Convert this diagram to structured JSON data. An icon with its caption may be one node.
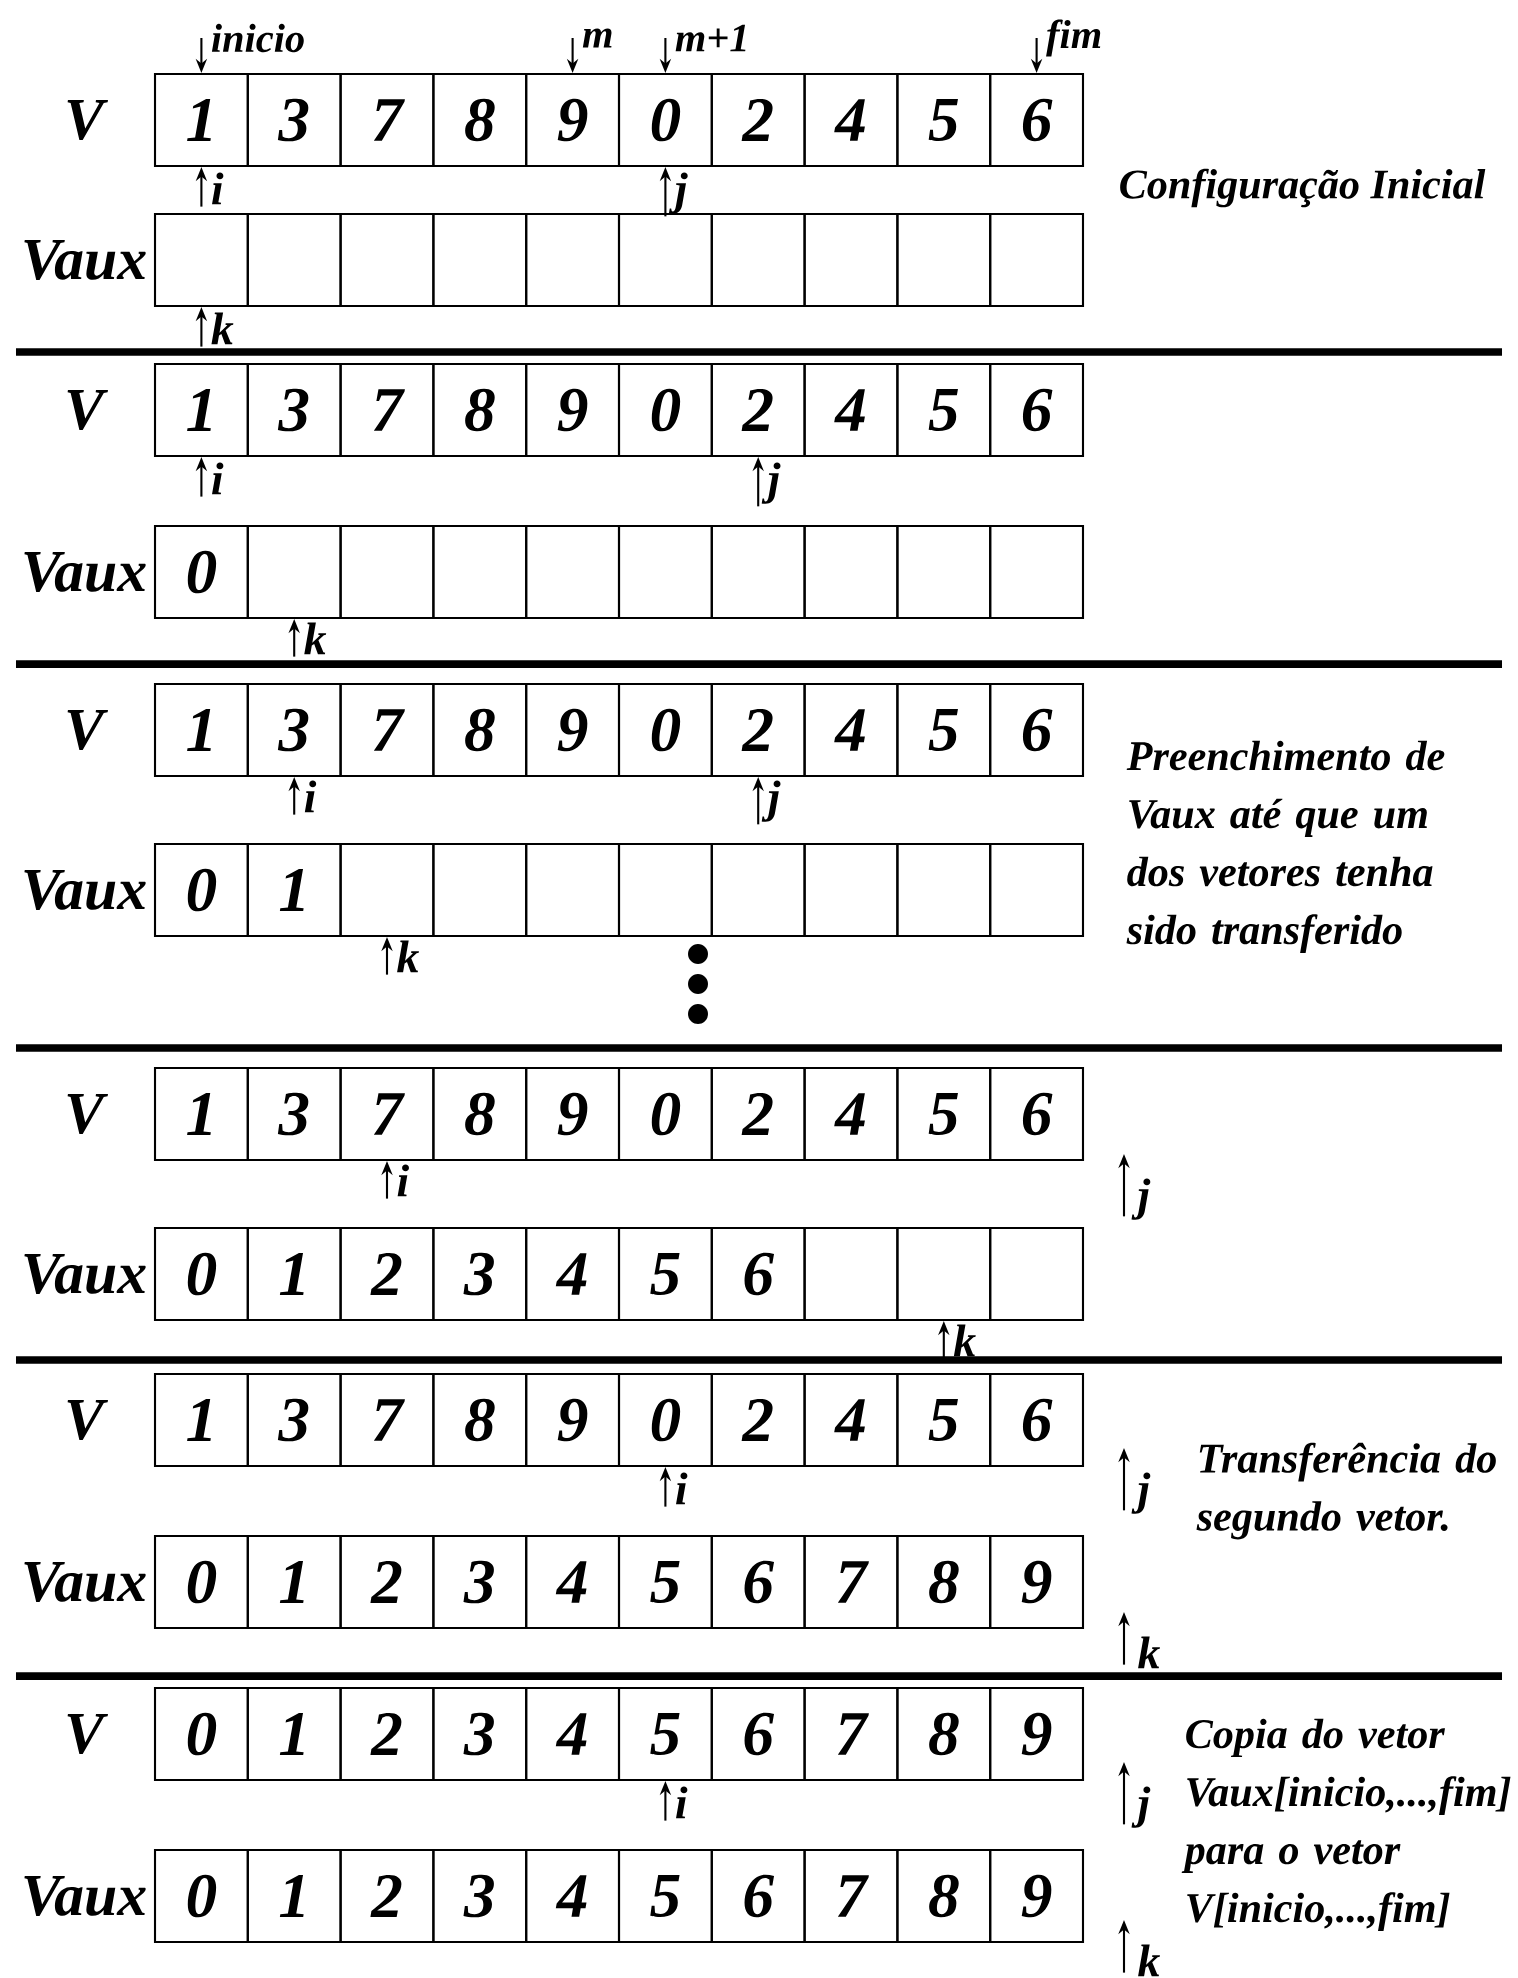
{
  "diagram": {
    "nodes": [
      {
        "text": [
          "1"
        ]
      },
      {
        "text": [
          "3"
        ]
      },
      {
        "text": [
          "7"
        ]
      },
      {
        "text": [
          "8"
        ]
      },
      {
        "text": [
          "9"
        ]
      },
      {
        "text": [
          "0"
        ]
      },
      {
        "text": [
          "2"
        ]
      },
      {
        "text": [
          "4"
        ]
      },
      {
        "text": [
          "5"
        ]
      },
      {
        "text": [
          "6"
        ]
      },
      {
        "text": [],
        "shape": "box"
      },
      {
        "text": [],
        "shape": "box"
      },
      {
        "text": [],
        "shape": "box"
      },
      {
        "text": [],
        "shape": "box"
      },
      {
        "text": [],
        "shape": "box"
      },
      {
        "text": [],
        "shape": "box"
      },
      {
        "text": [],
        "shape": "box"
      },
      {
        "text": [],
        "shape": "box"
      },
      {
        "text": [],
        "shape": "box"
      },
      {
        "text": [],
        "shape": "box"
      },
      {
        "text": [
          "1"
        ]
      },
      {
        "text": [
          "3"
        ]
      },
      {
        "text": [
          "7"
        ]
      },
      {
        "text": [
          "8"
        ]
      },
      {
        "text": [
          "9"
        ]
      },
      {
        "text": [
          "0"
        ]
      },
      {
        "text": [
          "2"
        ]
      },
      {
        "text": [
          "4"
        ]
      },
      {
        "text": [
          "5"
        ]
      },
      {
        "text": [
          "6"
        ]
      },
      {
        "text": [
          "0"
        ]
      },
      {
        "text": [],
        "shape": "box"
      },
      {
        "text": [],
        "shape": "box"
      },
      {
        "text": [],
        "shape": "box"
      },
      {
        "text": [],
        "shape": "box"
      },
      {
        "text": [],
        "shape": "box"
      },
      {
        "text": [],
        "shape": "box"
      },
      {
        "text": [],
        "shape": "box"
      },
      {
        "text": [],
        "shape": "box"
      },
      {
        "text": [],
        "shape": "box"
      },
      {
        "text": [
          "1"
        ]
      },
      {
        "text": [
          "3"
        ]
      },
      {
        "text": [
          "7"
        ]
      },
      {
        "text": [
          "8"
        ]
      },
      {
        "text": [
          "9"
        ]
      },
      {
        "text": [
          "0"
        ]
      },
      {
        "text": [
          "2"
        ]
      },
      {
        "text": [
          "4"
        ]
      },
      {
        "text": [
          "5"
        ]
      },
      {
        "text": [
          "6"
        ]
      },
      {
        "text": [
          "0"
        ]
      },
      {
        "text": [
          "1"
        ]
      },
      {
        "text": [],
        "shape": "box"
      },
      {
        "text": [],
        "shape": "box"
      },
      {
        "text": [],
        "shape": "box"
      },
      {
        "text": [],
        "shape": "box"
      },
      {
        "text": [],
        "shape": "box"
      },
      {
        "text": [],
        "shape": "box"
      },
      {
        "text": [],
        "shape": "box"
      },
      {
        "text": [],
        "shape": "box"
      },
      {
        "text": [
          "1"
        ]
      },
      {
        "text": [
          "3"
        ]
      },
      {
        "text": [
          "7"
        ]
      },
      {
        "text": [
          "8"
        ]
      },
      {
        "text": [
          "9"
        ]
      },
      {
        "text": [
          "0"
        ]
      },
      {
        "text": [
          "2"
        ]
      },
      {
        "text": [
          "4"
        ]
      },
      {
        "text": [
          "5"
        ]
      },
      {
        "text": [
          "6"
        ]
      },
      {
        "text": [
          "0"
        ]
      },
      {
        "text": [
          "1"
        ]
      },
      {
        "text": [
          "2"
        ]
      },
      {
        "text": [
          "3"
        ]
      },
      {
        "text": [
          "4"
        ]
      },
      {
        "text": [
          "5"
        ]
      },
      {
        "text": [
          "6"
        ]
      },
      {
        "text": [],
        "shape": "box"
      },
      {
        "text": [],
        "shape": "box"
      },
      {
        "text": [],
        "shape": "box"
      },
      {
        "text": [
          "1"
        ]
      },
      {
        "text": [
          "3"
        ]
      },
      {
        "text": [
          "7"
        ]
      },
      {
        "text": [
          "8"
        ]
      },
      {
        "text": [
          "9"
        ]
      },
      {
        "text": [
          "0"
        ]
      },
      {
        "text": [
          "2"
        ]
      },
      {
        "text": [
          "4"
        ]
      },
      {
        "text": [
          "5"
        ]
      },
      {
        "text": [
          "6"
        ]
      },
      {
        "text": [
          "0"
        ]
      },
      {
        "text": [
          "1"
        ]
      },
      {
        "text": [
          "2"
        ]
      },
      {
        "text": [
          "3"
        ]
      },
      {
        "text": [
          "4"
        ]
      },
      {
        "text": [
          "5"
        ]
      },
      {
        "text": [
          "6"
        ]
      },
      {
        "text": [
          "7"
        ]
      },
      {
        "text": [
          "8"
        ]
      },
      {
        "text": [
          "9"
        ]
      },
      {
        "text": [
          "0"
        ]
      },
      {
        "text": [
          "1"
        ]
      },
      {
        "text": [
          "2"
        ]
      },
      {
        "text": [
          "3"
        ]
      },
      {
        "text": [
          "4"
        ]
      },
      {
        "text": [
          "5"
        ]
      },
      {
        "text": [
          "6"
        ]
      },
      {
        "text": [
          "7"
        ]
      },
      {
        "text": [
          "8"
        ]
      },
      {
        "text": [
          "9"
        ]
      },
      {
        "text": [
          "0"
        ]
      },
      {
        "text": [
          "1"
        ]
      },
      {
        "text": [
          "2"
        ]
      },
      {
        "text": [
          "3"
        ]
      },
      {
        "text": [
          "4"
        ]
      },
      {
        "text": [
          "5"
        ]
      },
      {
        "text": [
          "6"
        ]
      },
      {
        "text": [
          "7"
        ]
      },
      {
        "text": [
          "8"
        ]
      },
      {
        "text": [
          "9"
        ]
      },
      {
        "text": [
          "inicio"
        ]
      },
      {
        "text": [
          "m"
        ]
      },
      {
        "text": [
          "m+1"
        ]
      },
      {
        "text": [
          "fim"
        ]
      },
      {
        "text": [
          "i"
        ]
      },
      {
        "text": [
          "j"
        ]
      },
      {
        "text": [
          "k"
        ]
      },
      {
        "text": [
          "i"
        ]
      },
      {
        "text": [
          "j"
        ]
      },
      {
        "text": [
          "k"
        ]
      },
      {
        "text": [
          "i"
        ]
      },
      {
        "text": [
          "j"
        ]
      },
      {
        "text": [
          "k"
        ]
      },
      {
        "text": [
          "i"
        ]
      },
      {
        "text": [
          "j"
        ]
      },
      {
        "text": [
          "k"
        ]
      },
      {
        "text": [
          "i"
        ]
      },
      {
        "text": [
          "j"
        ]
      },
      {
        "text": [
          "k"
        ]
      },
      {
        "text": [
          "i"
        ]
      },
      {
        "text": [
          "j"
        ]
      },
      {
        "text": [
          "k"
        ]
      }
    ],
    "edges": [
      {
        "from": 120,
        "to": 0,
        "arrow": "to"
      },
      {
        "from": 121,
        "to": 4,
        "arrow": "to"
      },
      {
        "from": 122,
        "to": 5,
        "arrow": "to"
      },
      {
        "from": 123,
        "to": 9,
        "arrow": "to"
      },
      {
        "from": 124,
        "to": 0,
        "arrow": "to"
      },
      {
        "from": 125,
        "to": 5,
        "arrow": "to"
      },
      {
        "from": 126,
        "to": 10,
        "arrow": "to"
      },
      {
        "from": 127,
        "to": 20,
        "arrow": "to"
      },
      {
        "from": 128,
        "to": 26,
        "arrow": "to"
      },
      {
        "from": 129,
        "to": 31,
        "arrow": "to"
      },
      {
        "from": 130,
        "to": 41,
        "arrow": "to"
      },
      {
        "from": 131,
        "to": 46,
        "arrow": "to"
      },
      {
        "from": 132,
        "to": 52,
        "arrow": "to"
      },
      {
        "from": 133,
        "to": 62,
        "arrow": "to"
      },
      {
        "from": 134,
        "to": null,
        "arrow": "to"
      },
      {
        "from": 135,
        "to": 78,
        "arrow": "to"
      },
      {
        "from": 136,
        "to": 85,
        "arrow": "to"
      },
      {
        "from": 137,
        "to": null,
        "arrow": "to"
      },
      {
        "from": 138,
        "to": null,
        "arrow": "to"
      },
      {
        "from": 139,
        "to": 105,
        "arrow": "to"
      },
      {
        "from": 140,
        "to": null,
        "arrow": "to"
      },
      {
        "from": 141,
        "to": null,
        "arrow": "to"
      }
    ],
    "labels": [
      "V",
      "Configuração Inicial",
      "Vaux",
      "V",
      "Vaux",
      "V",
      "Preenchimento de Vaux até que um dos vetores tenha sido transferido",
      "Vaux",
      "V",
      "Vaux",
      "V",
      "Transferência do segundo vetor.",
      "Vaux",
      "V",
      "Copia do vetor Vaux[inicio,...,fim] para o vetor V[inicio,...,fim]",
      "Vaux"
    ]
  }
}
